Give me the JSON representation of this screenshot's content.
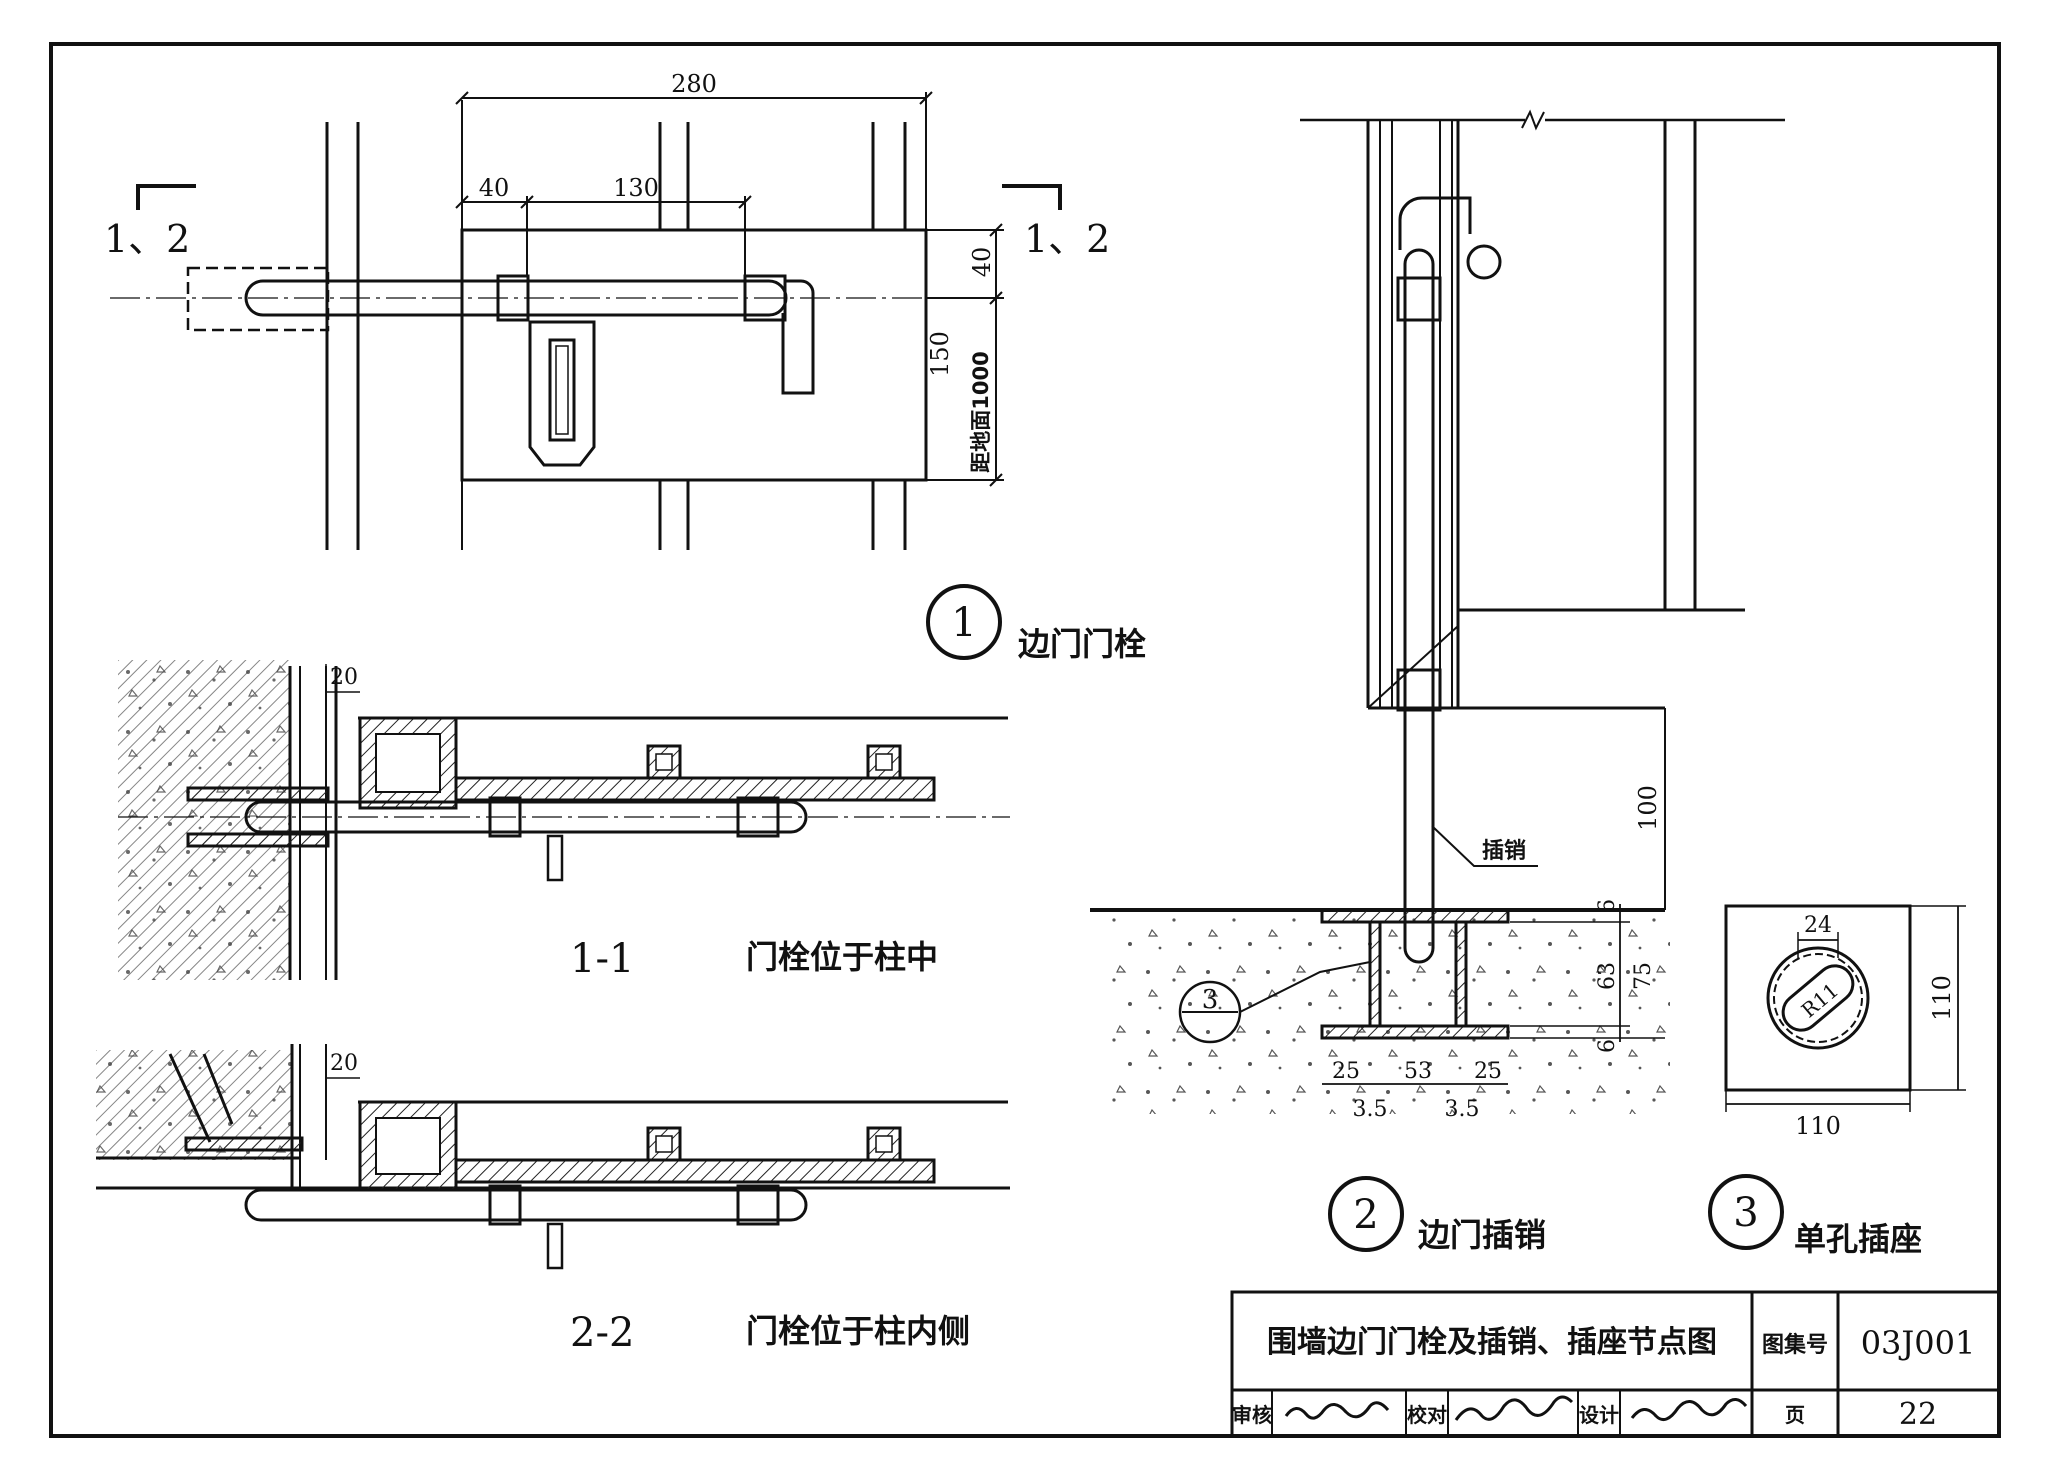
{
  "detail1": {
    "title": "边门门栓",
    "number": "1",
    "section_mark": "1、2",
    "dims": {
      "overall": "280",
      "d40": "40",
      "d130": "130",
      "v40": "40",
      "v150": "150",
      "height_note": "距地面1000"
    }
  },
  "section11": {
    "label": "1-1",
    "caption": "门栓位于柱中",
    "dim20": "20"
  },
  "section22": {
    "label": "2-2",
    "caption": "门栓位于柱内侧",
    "dim20": "20"
  },
  "detail2": {
    "title": "边门插销",
    "number": "2",
    "pin_label": "插销",
    "ref_number": "3",
    "dims": {
      "d100": "100",
      "d6a": "6",
      "d63": "63",
      "d75": "75",
      "d6b": "6",
      "d25a": "25",
      "d53": "53",
      "d25b": "25",
      "d35a": "3.5",
      "d35b": "3.5"
    }
  },
  "detail3": {
    "title": "单孔插座",
    "number": "3",
    "dims": {
      "d24": "24",
      "r11": "R11",
      "width": "110",
      "height": "110"
    }
  },
  "titleblock": {
    "drawing_title": "围墙边门门栓及插销、插座节点图",
    "atlas_label": "图集号",
    "atlas_no": "03J001",
    "review_label": "审核",
    "check_label": "校对",
    "design_label": "设计",
    "page_label": "页",
    "page_no": "22"
  }
}
